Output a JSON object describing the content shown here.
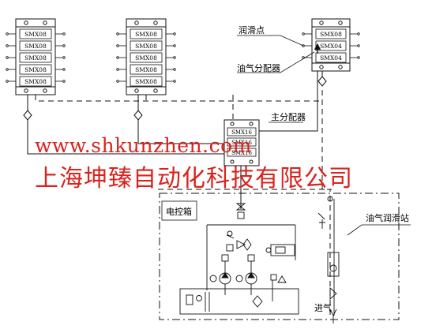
{
  "labels": {
    "lube_point": "润滑点",
    "air_oil_distributor": "油气分配器",
    "main_distributor": "主分配器",
    "control_box": "电控箱",
    "air_oil_station": "油气润滑站",
    "air_inlet": "进气"
  },
  "distributor_blocks": {
    "left": [
      "SMX08",
      "SMX08",
      "SMX08",
      "SMX08",
      "SMX08"
    ],
    "middle": [
      "SMX08",
      "SMX08",
      "SMX08",
      "SMX08",
      "SMX08"
    ],
    "right": [
      "SMX08",
      "SMX04",
      "SMX04"
    ],
    "main": [
      "SMX16",
      "SMX16",
      "SMX16"
    ]
  },
  "watermark": {
    "url": "www.shkunzhen.com",
    "company": "上海坤臻自动化科技有限公司"
  }
}
